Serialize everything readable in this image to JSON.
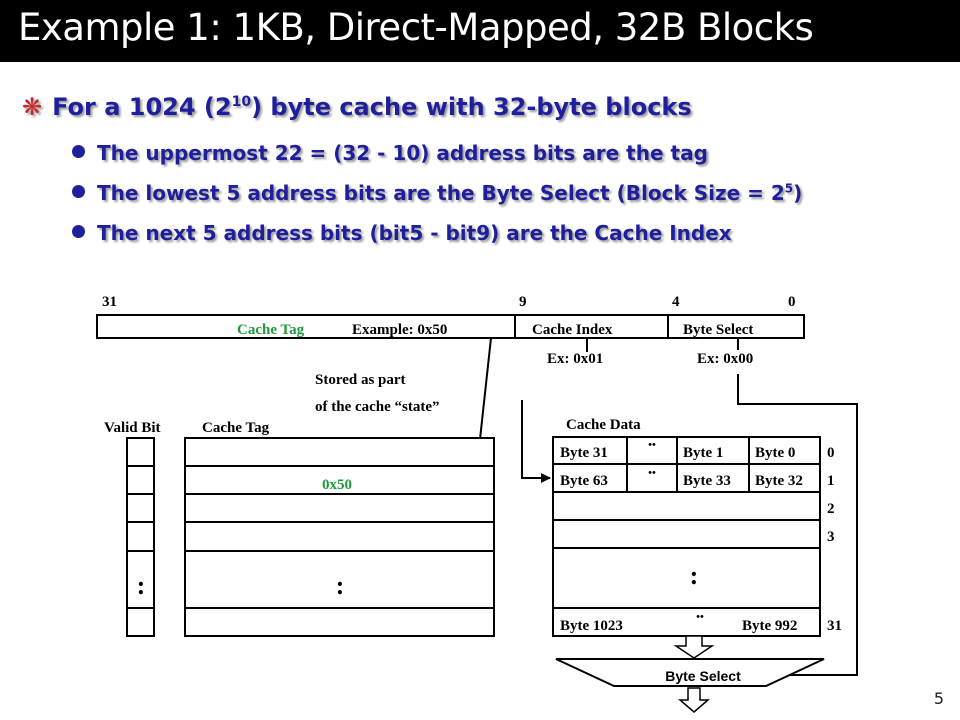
{
  "slide": {
    "title": "Example 1: 1KB, Direct-Mapped, 32B Blocks",
    "page_number": "5"
  },
  "bullets": {
    "main": {
      "mark": "❋",
      "prefix": "For a 1024 (2",
      "exponent": "10",
      "suffix": ") byte cache with 32-byte blocks"
    },
    "sub1": {
      "text": "The uppermost 22 = (32 - 10) address bits are the tag"
    },
    "sub2": {
      "text": "The lowest 5 address bits are the Byte Select (Block Size = 2",
      "exponent": "5",
      "suffix": ")"
    },
    "sub3": {
      "text": "The next 5 address bits (bit5 - bit9) are the Cache Index"
    }
  },
  "address": {
    "bit31": "31",
    "bit9": "9",
    "bit4": "4",
    "bit0": "0",
    "tag_label": "Cache Tag",
    "tag_example": "Example: 0x50",
    "index_label": "Cache Index",
    "byte_select_label": "Byte Select",
    "index_example": "Ex: 0x01",
    "byte_select_example": "Ex: 0x00"
  },
  "annotation": {
    "line1": "Stored as part",
    "line2": "of the cache “state”"
  },
  "tag_array": {
    "valid_bit_header": "Valid Bit",
    "cache_tag_header": "Cache Tag",
    "row1_tag": "0x50",
    "ellipsis": ":"
  },
  "data_array": {
    "header": "Cache Data",
    "row0": {
      "left": "Byte 31",
      "mid": "Byte 1",
      "right": "Byte 0",
      "index": "0"
    },
    "row1": {
      "left": "Byte 63",
      "mid": "Byte 33",
      "right": "Byte 32",
      "index": "1"
    },
    "row2_index": "2",
    "row3_index": "3",
    "last_row": {
      "left": "Byte 1023",
      "right": "Byte 992",
      "index": "31"
    },
    "dots_h": "••",
    "ellipsis": ":",
    "mux_label": "Byte Select"
  },
  "colors": {
    "title_bg": "#000000",
    "bullet_text": "#1f1f9c",
    "bullet_mark": "#c62828",
    "tag_label": "#1f9a3a"
  }
}
